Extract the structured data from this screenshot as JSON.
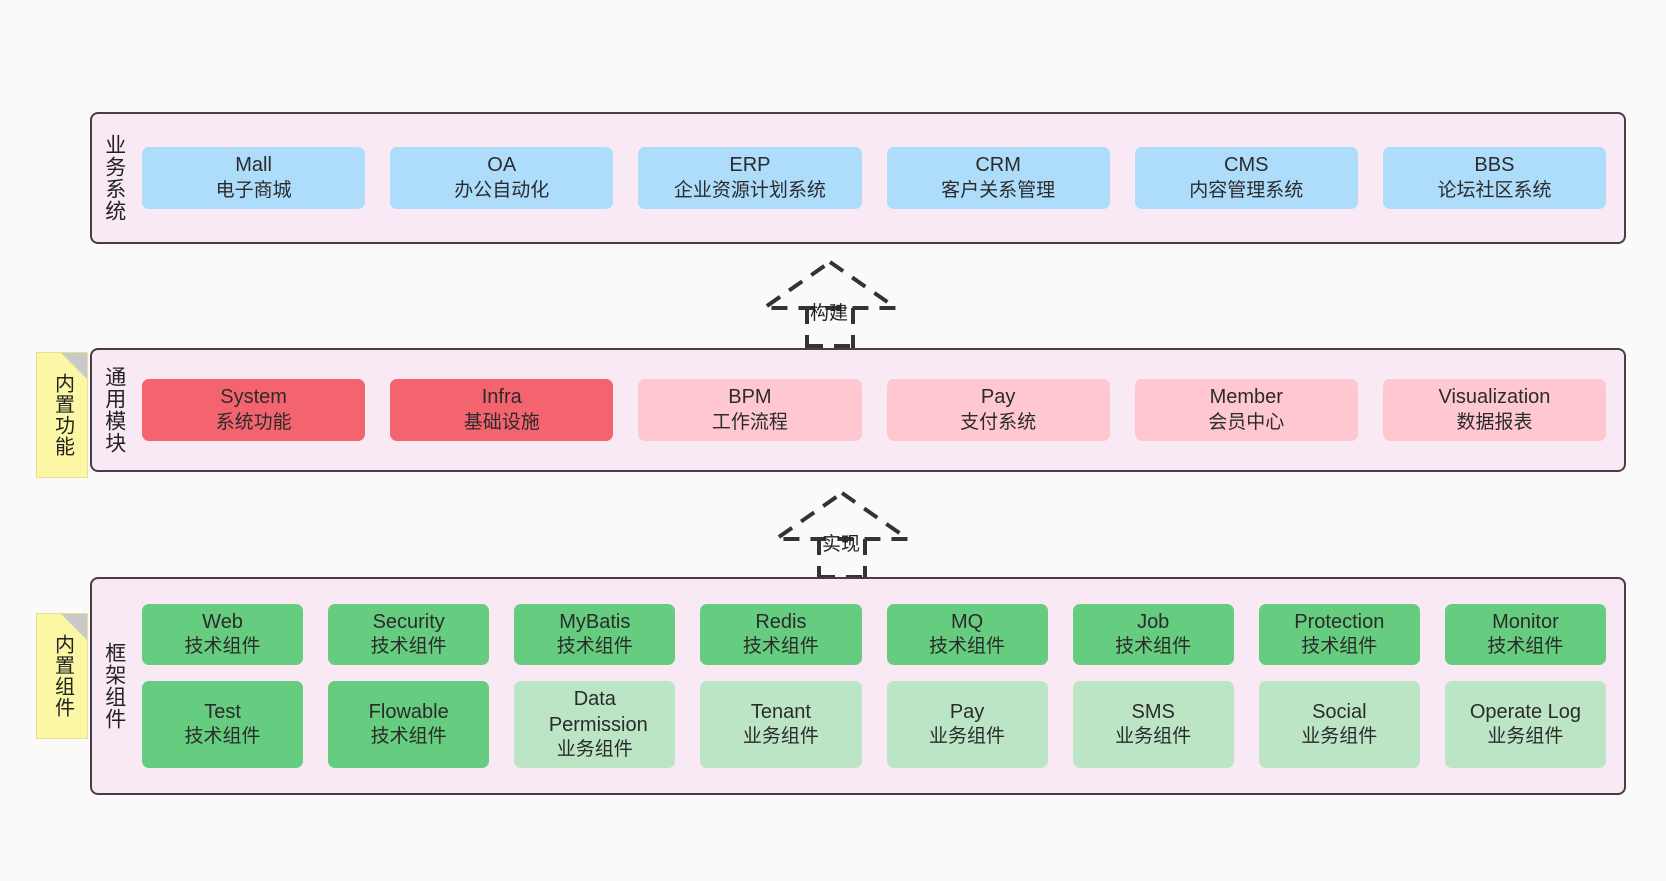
{
  "diagram": {
    "background_color": "#fafafa",
    "panel_color": "#f8e9f4",
    "panel_border_color": "#4b3b45",
    "note_color": "#fbf7a4"
  },
  "layers": [
    {
      "id": "business",
      "title": "业务系统",
      "rows": [
        [
          {
            "name": "Mall",
            "desc": "电子商城",
            "color": "#aeddfb",
            "style": "c-blue"
          },
          {
            "name": "OA",
            "desc": "办公自动化",
            "color": "#aeddfb",
            "style": "c-blue"
          },
          {
            "name": "ERP",
            "desc": "企业资源计划系统",
            "color": "#aeddfb",
            "style": "c-blue"
          },
          {
            "name": "CRM",
            "desc": "客户关系管理",
            "color": "#aeddfb",
            "style": "c-blue"
          },
          {
            "name": "CMS",
            "desc": "内容管理系统",
            "color": "#aeddfb",
            "style": "c-blue"
          },
          {
            "name": "BBS",
            "desc": "论坛社区系统",
            "color": "#aeddfb",
            "style": "c-blue"
          }
        ]
      ]
    },
    {
      "id": "common-module",
      "title": "通用模块",
      "note": "内置功能",
      "rows": [
        [
          {
            "name": "System",
            "desc": "系统功能",
            "color": "#f4646f",
            "style": "c-red"
          },
          {
            "name": "Infra",
            "desc": "基础设施",
            "color": "#f4646f",
            "style": "c-red"
          },
          {
            "name": "BPM",
            "desc": "工作流程",
            "color": "#ffc8d1",
            "style": "c-pinklight"
          },
          {
            "name": "Pay",
            "desc": "支付系统",
            "color": "#ffc8d1",
            "style": "c-pinklight"
          },
          {
            "name": "Member",
            "desc": "会员中心",
            "color": "#ffc8d1",
            "style": "c-pinklight"
          },
          {
            "name": "Visualization",
            "desc": "数据报表",
            "color": "#ffc8d1",
            "style": "c-pinklight"
          }
        ]
      ]
    },
    {
      "id": "framework-component",
      "title": "框架组件",
      "note": "内置组件",
      "rows": [
        [
          {
            "name": "Web",
            "desc": "技术组件",
            "color": "#66cc7f",
            "style": "c-green"
          },
          {
            "name": "Security",
            "desc": "技术组件",
            "color": "#66cc7f",
            "style": "c-green"
          },
          {
            "name": "MyBatis",
            "desc": "技术组件",
            "color": "#66cc7f",
            "style": "c-green"
          },
          {
            "name": "Redis",
            "desc": "技术组件",
            "color": "#66cc7f",
            "style": "c-green"
          },
          {
            "name": "MQ",
            "desc": "技术组件",
            "color": "#66cc7f",
            "style": "c-green"
          },
          {
            "name": "Job",
            "desc": "技术组件",
            "color": "#66cc7f",
            "style": "c-green"
          },
          {
            "name": "Protection",
            "desc": "技术组件",
            "color": "#66cc7f",
            "style": "c-green"
          },
          {
            "name": "Monitor",
            "desc": "技术组件",
            "color": "#66cc7f",
            "style": "c-green"
          }
        ],
        [
          {
            "name": "Test",
            "desc": "技术组件",
            "color": "#66cc7f",
            "style": "c-green"
          },
          {
            "name": "Flowable",
            "desc": "技术组件",
            "color": "#66cc7f",
            "style": "c-green"
          },
          {
            "name": "Data Permission",
            "desc": "业务组件",
            "color": "#bce5c5",
            "style": "c-greenlight"
          },
          {
            "name": "Tenant",
            "desc": "业务组件",
            "color": "#bce5c5",
            "style": "c-greenlight"
          },
          {
            "name": "Pay",
            "desc": "业务组件",
            "color": "#bce5c5",
            "style": "c-greenlight"
          },
          {
            "name": "SMS",
            "desc": "业务组件",
            "color": "#bce5c5",
            "style": "c-greenlight"
          },
          {
            "name": "Social",
            "desc": "业务组件",
            "color": "#bce5c5",
            "style": "c-greenlight"
          },
          {
            "name": "Operate Log",
            "desc": "业务组件",
            "color": "#bce5c5",
            "style": "c-greenlight"
          }
        ]
      ]
    }
  ],
  "connectors": [
    {
      "id": "build",
      "label": "构建",
      "direction": "up",
      "style": "dashed-realization"
    },
    {
      "id": "realize",
      "label": "实现",
      "direction": "up",
      "style": "dashed-realization"
    }
  ]
}
